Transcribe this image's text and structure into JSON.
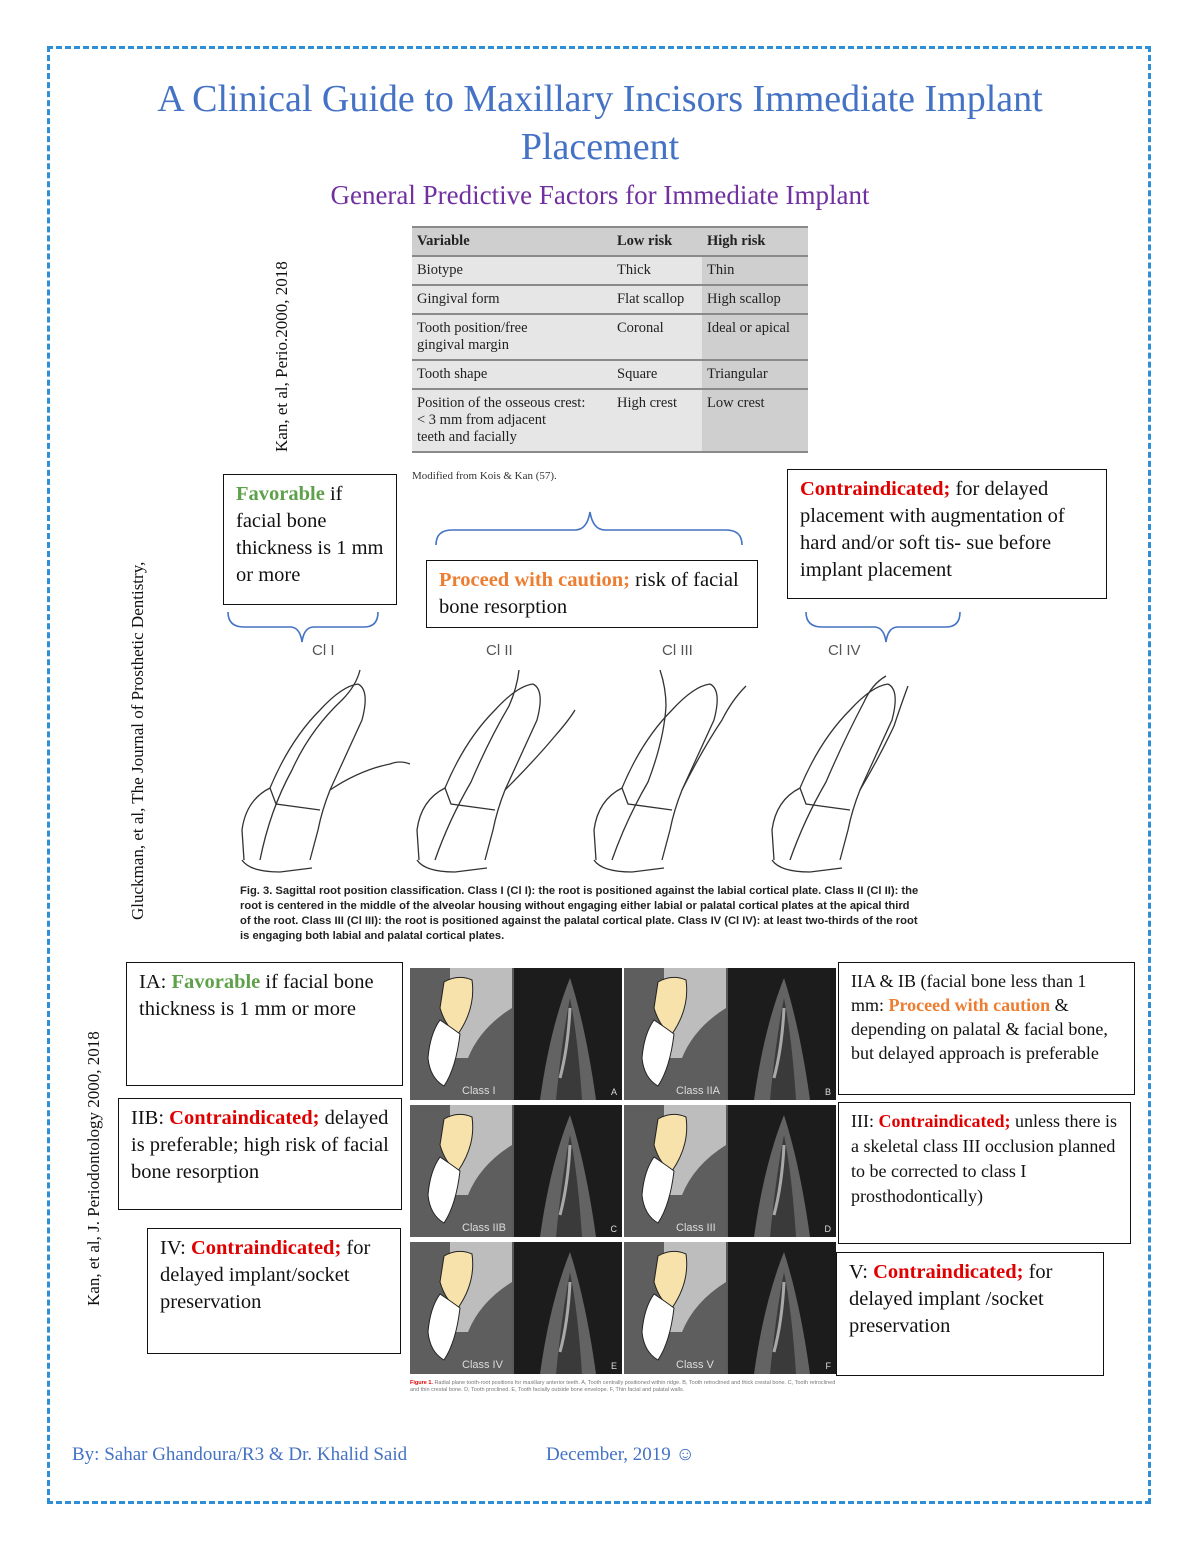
{
  "title_line1": "A Clinical Guide to Maxillary Incisors Immediate Implant",
  "title_line2": "Placement",
  "subtitle": "General Predictive Factors for Immediate Implant",
  "side_labels": {
    "kan_perio": "Kan, et al, Perio.2000, 2018",
    "gluckman": "Gluckman, et al, The Journal of Prosthetic Dentistry,",
    "kan_jperio": "Kan, et al, J. Periodontology 2000, 2018"
  },
  "risk_table": {
    "headers": [
      "Variable",
      "Low risk",
      "High risk"
    ],
    "rows": [
      [
        "Biotype",
        "Thick",
        "Thin"
      ],
      [
        "Gingival form",
        "Flat scallop",
        "High scallop"
      ],
      [
        "Tooth position/free\n  gingival margin",
        "Coronal",
        "Ideal or apical"
      ],
      [
        "Tooth shape",
        "Square",
        "Triangular"
      ],
      [
        "Position of the osseous crest:\n  < 3 mm from adjacent\n  teeth and facially",
        "High crest",
        "Low crest"
      ]
    ],
    "note": "Modified from Kois & Kan (57)."
  },
  "class_boxes": {
    "c1_head": "Favorable",
    "c1_rest": " if facial bone thickness is 1 mm or more",
    "c2_head": "Proceed with caution;",
    "c2_rest": " risk of facial bone resorption",
    "c4_head": "Contraindicated;",
    "c4_rest": " for delayed placement with augmentation of hard and/or soft tis- sue before implant placement"
  },
  "class_labels": [
    "Cl I",
    "Cl II",
    "Cl III",
    "Cl IV"
  ],
  "fig3_caption": "Fig. 3. Sagittal root position classification. Class I (Cl I): the root is positioned against the labial cortical plate. Class II (Cl II): the root is centered in the middle of the alveolar housing without engaging either labial or palatal cortical plates at the apical third of the root. Class III (Cl III): the root is positioned against the palatal cortical plate. Class IV (Cl IV): at least two-thirds of the root is engaging both labial and palatal cortical plates.",
  "fig1_panels": [
    {
      "label": "Class I",
      "letter": "A"
    },
    {
      "label": "Class IIA",
      "letter": "B"
    },
    {
      "label": "Class IIB",
      "letter": "C"
    },
    {
      "label": "Class III",
      "letter": "D"
    },
    {
      "label": "Class IV",
      "letter": "E"
    },
    {
      "label": "Class V",
      "letter": "F"
    }
  ],
  "fig1_caption_head": "Figure 1.",
  "fig1_caption_rest": " Radial plane tooth-root positions for maxillary anterior teeth. A, Tooth centrally positioned within ridge. B, Tooth retroclined and thick crestal bone. C, Tooth retroclined and thin crestal bone. D, Tooth proclined. E, Tooth facially outside bone envelope. F, Thin facial and palatal walls.",
  "notes": {
    "ia_pre": "IA: ",
    "ia_head": "Favorable",
    "ia_rest": " if facial bone thickness is 1 mm or more",
    "iia_pre": "IIA & IB (facial bone less than 1 mm: ",
    "iia_head": "Proceed with caution",
    "iia_rest": " & depending on palatal & facial bone, but delayed approach is preferable",
    "iib_pre": "IIB: ",
    "iib_head": "Contraindicated;",
    "iib_rest": " delayed is preferable; high risk of facial bone resorption",
    "iii_pre": "III: ",
    "iii_head": "Contraindicated;",
    "iii_rest": " unless there is a skeletal class III occlusion planned to be corrected to class I prosthodontically)",
    "iv_pre": "IV: ",
    "iv_head": "Contraindicated;",
    "iv_rest": " for delayed implant/socket preservation",
    "v_pre": "V: ",
    "v_head": "Contraindicated;",
    "v_rest": " for delayed implant /socket preservation"
  },
  "footer": {
    "authors": "By: Sahar Ghandoura/R3 & Dr. Khalid Said",
    "date": "December, 2019 ☺"
  }
}
